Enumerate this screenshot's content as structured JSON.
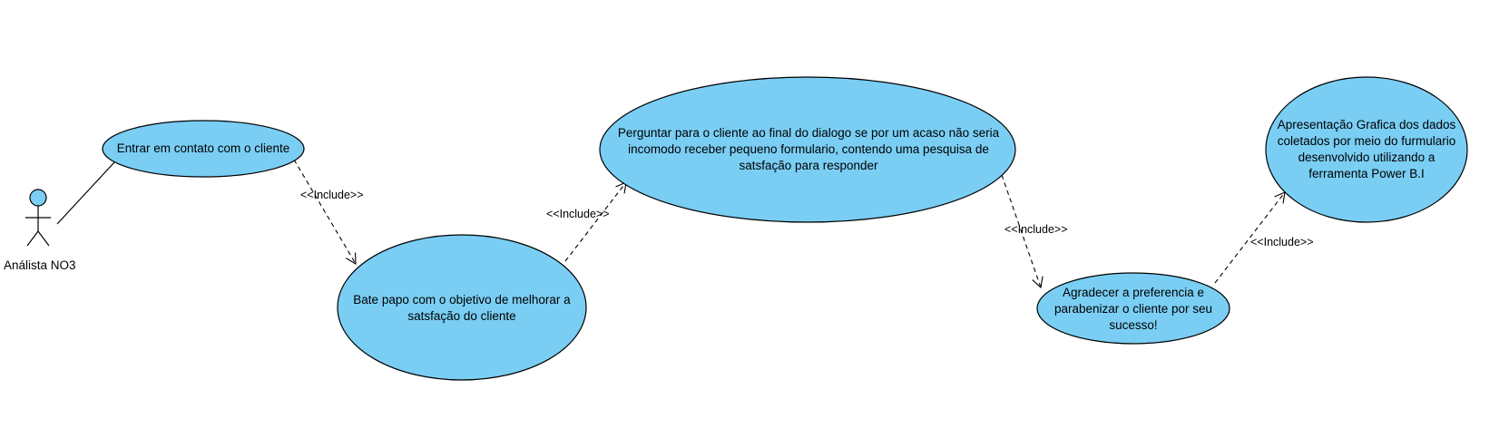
{
  "colors": {
    "usecase_fill": "#7acef4",
    "stroke": "#000000",
    "background": "#ffffff"
  },
  "actor": {
    "name": "Análista NO3"
  },
  "use_cases": [
    {
      "id": "uc1",
      "text": "Entrar em contato com o cliente"
    },
    {
      "id": "uc2",
      "text": "Bate papo com o objetivo de melhorar a satsfação do cliente"
    },
    {
      "id": "uc3",
      "text": "Perguntar para o cliente ao final do dialogo se por um acaso não seria incomodo receber pequeno formulario, contendo uma pesquisa de satsfação para responder"
    },
    {
      "id": "uc4",
      "text": "Agradecer a preferencia e parabenizar o cliente por seu sucesso!"
    },
    {
      "id": "uc5",
      "text": "Apresentação Grafica dos dados coletados por meio do furmulario desenvolvido utilizando a ferramenta Power B.I"
    }
  ],
  "relations": [
    {
      "type": "association",
      "from": "actor",
      "to": "uc1"
    },
    {
      "type": "include",
      "label": "<<Include>>",
      "from": "uc1",
      "to": "uc2"
    },
    {
      "type": "include",
      "label": "<<Include>>",
      "from": "uc2",
      "to": "uc3"
    },
    {
      "type": "include",
      "label": "<<Include>>",
      "from": "uc3",
      "to": "uc4"
    },
    {
      "type": "include",
      "label": "<<Include>>",
      "from": "uc4",
      "to": "uc5"
    }
  ]
}
